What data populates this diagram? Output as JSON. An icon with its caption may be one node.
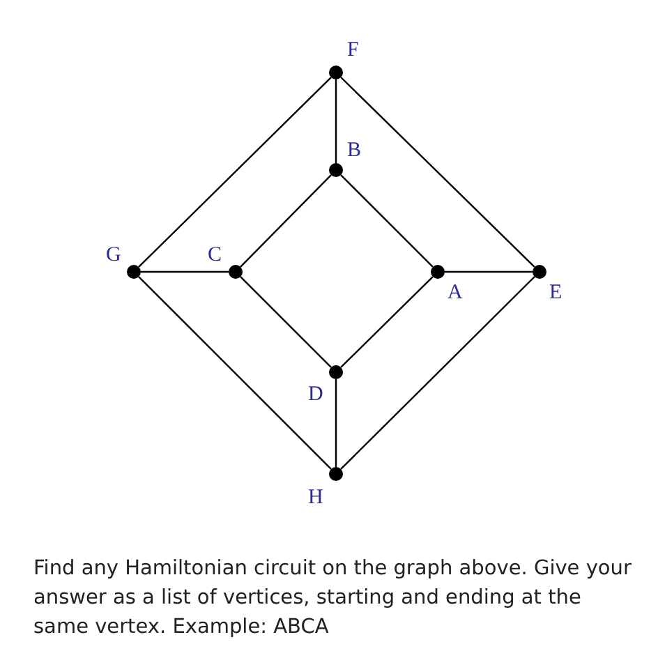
{
  "diagram": {
    "nodes": [
      {
        "text": [],
        "shape": "circle",
        "beside": [
          "F"
        ]
      },
      {
        "text": [],
        "shape": "circle",
        "beside": [
          "B"
        ]
      },
      {
        "text": [],
        "shape": "circle",
        "beside": [
          "G"
        ]
      },
      {
        "text": [],
        "shape": "circle",
        "beside": [
          "C"
        ]
      },
      {
        "text": [],
        "shape": "circle",
        "beside": [
          "A"
        ]
      },
      {
        "text": [],
        "shape": "circle",
        "beside": [
          "E"
        ]
      },
      {
        "text": [],
        "shape": "circle",
        "beside": [
          "D"
        ]
      },
      {
        "text": [],
        "shape": "circle",
        "beside": [
          "H"
        ]
      }
    ],
    "edges": [
      {
        "from": 0,
        "to": 1,
        "arrow": "none"
      },
      {
        "from": 0,
        "to": 2,
        "arrow": "none"
      },
      {
        "from": 0,
        "to": 5,
        "arrow": "none"
      },
      {
        "from": 1,
        "to": 3,
        "arrow": "none"
      },
      {
        "from": 1,
        "to": 4,
        "arrow": "none"
      },
      {
        "from": 2,
        "to": 3,
        "arrow": "none"
      },
      {
        "from": 4,
        "to": 5,
        "arrow": "none"
      },
      {
        "from": 3,
        "to": 6,
        "arrow": "none"
      },
      {
        "from": 4,
        "to": 6,
        "arrow": "none"
      },
      {
        "from": 2,
        "to": 7,
        "arrow": "none"
      },
      {
        "from": 5,
        "to": 7,
        "arrow": "none"
      },
      {
        "from": 6,
        "to": 7,
        "arrow": "none"
      }
    ],
    "labels": [
      "Find any Hamiltonian circuit on the graph above. Give your answer as a list of vertices, starting and ending at the same vertex. Example: ABCA"
    ]
  }
}
